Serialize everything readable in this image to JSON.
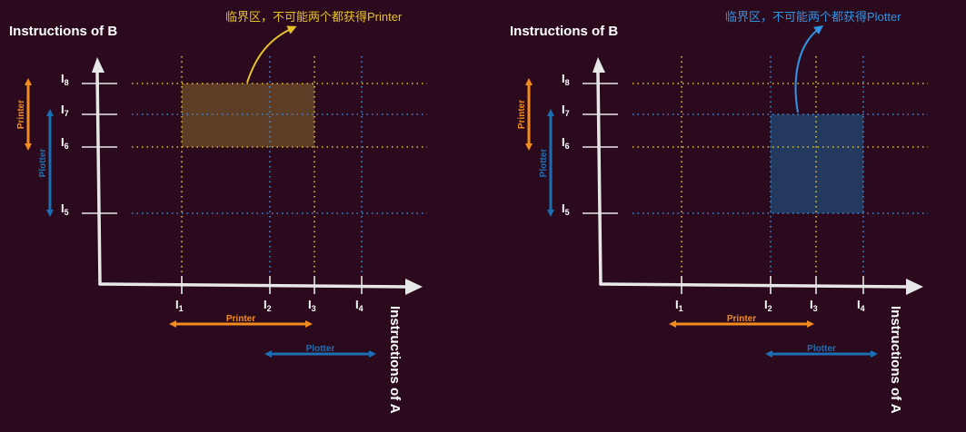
{
  "colors": {
    "background": "#2a0a1c",
    "axis": "#e8e8e8",
    "printer": "#f28c1e",
    "printer_grid": "#e6c228",
    "plotter": "#1d6fb3",
    "plotter_grid": "#3a8fe0",
    "annotation_printer": "#e6c228",
    "annotation_plotter": "#2f95e6",
    "region_printer": "#5e3d26",
    "region_plotter": "#233a5e"
  },
  "diagrams": [
    {
      "id": "printer",
      "y_axis_label": "Instructions of B",
      "x_axis_label": "Instructions of A",
      "annotation": "临界区，不可能两个都获得Printer",
      "annotation_color_key": "annotation_printer",
      "region_color_key": "region_printer",
      "region": {
        "x_from": "I1",
        "x_to": "I3",
        "y_from": "I6",
        "y_to": "I8"
      },
      "x_ticks": [
        {
          "id": "I1",
          "main": "I",
          "sub": "1",
          "resource": "printer"
        },
        {
          "id": "I2",
          "main": "I",
          "sub": "2",
          "resource": "plotter"
        },
        {
          "id": "I3",
          "main": "I",
          "sub": "3",
          "resource": "printer"
        },
        {
          "id": "I4",
          "main": "I",
          "sub": "4",
          "resource": "plotter"
        }
      ],
      "y_ticks": [
        {
          "id": "I5",
          "main": "I",
          "sub": "5",
          "resource": "plotter"
        },
        {
          "id": "I6",
          "main": "I",
          "sub": "6",
          "resource": "printer"
        },
        {
          "id": "I7",
          "main": "I",
          "sub": "7",
          "resource": "plotter"
        },
        {
          "id": "I8",
          "main": "I",
          "sub": "8",
          "resource": "printer"
        }
      ],
      "x_spans": [
        {
          "label": "Printer",
          "from": "I1",
          "to": "I3",
          "resource": "printer"
        },
        {
          "label": "Plotter",
          "from": "I2",
          "to": "I4",
          "resource": "plotter"
        }
      ],
      "y_spans": [
        {
          "label": "Printer",
          "from": "I6",
          "to": "I8",
          "resource": "printer"
        },
        {
          "label": "Plotter",
          "from": "I5",
          "to": "I7",
          "resource": "plotter"
        }
      ]
    },
    {
      "id": "plotter",
      "y_axis_label": "Instructions of B",
      "x_axis_label": "Instructions of A",
      "annotation": "临界区，不可能两个都获得Plotter",
      "annotation_color_key": "annotation_plotter",
      "region_color_key": "region_plotter",
      "region": {
        "x_from": "I2",
        "x_to": "I4",
        "y_from": "I5",
        "y_to": "I7"
      },
      "x_ticks": [
        {
          "id": "I1",
          "main": "I",
          "sub": "1",
          "resource": "printer"
        },
        {
          "id": "I2",
          "main": "I",
          "sub": "2",
          "resource": "plotter"
        },
        {
          "id": "I3",
          "main": "I",
          "sub": "3",
          "resource": "printer"
        },
        {
          "id": "I4",
          "main": "I",
          "sub": "4",
          "resource": "plotter"
        }
      ],
      "y_ticks": [
        {
          "id": "I5",
          "main": "I",
          "sub": "5",
          "resource": "plotter"
        },
        {
          "id": "I6",
          "main": "I",
          "sub": "6",
          "resource": "printer"
        },
        {
          "id": "I7",
          "main": "I",
          "sub": "7",
          "resource": "plotter"
        },
        {
          "id": "I8",
          "main": "I",
          "sub": "8",
          "resource": "printer"
        }
      ],
      "x_spans": [
        {
          "label": "Printer",
          "from": "I1",
          "to": "I3",
          "resource": "printer"
        },
        {
          "label": "Plotter",
          "from": "I2",
          "to": "I4",
          "resource": "plotter"
        }
      ],
      "y_spans": [
        {
          "label": "Printer",
          "from": "I6",
          "to": "I8",
          "resource": "printer"
        },
        {
          "label": "Plotter",
          "from": "I5",
          "to": "I7",
          "resource": "plotter"
        }
      ]
    }
  ]
}
